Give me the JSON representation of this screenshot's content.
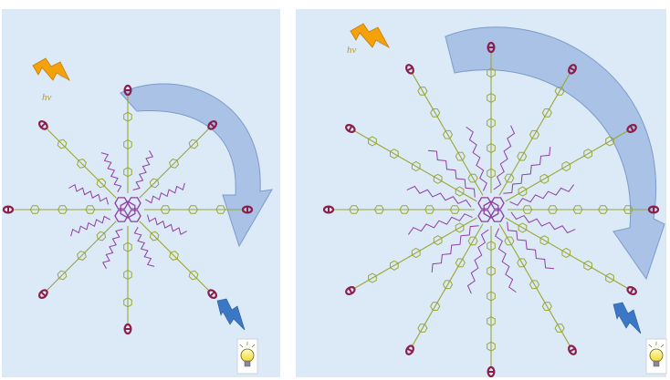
{
  "panels": [
    {
      "id": "left",
      "label": "hv",
      "arms": 8,
      "arm_segments": 3,
      "colors": {
        "core": "#8e3fa3",
        "arm": "#9aa836",
        "terminal": "#8a1f4b",
        "alkyl": "#8e3fa3"
      }
    },
    {
      "id": "right",
      "label": "hv",
      "arms": 12,
      "arm_segments": 5,
      "colors": {
        "core": "#8e3fa3",
        "arm": "#9aa836",
        "terminal": "#8a1f4b",
        "alkyl": "#8e3fa3"
      }
    }
  ],
  "colors": {
    "background": "#dce9f6",
    "lightning_in": "#f5a20a",
    "lightning_out": "#3a78c6",
    "curved_arrow": "#a9c2e6",
    "bulb": "#fff27a"
  },
  "icons": [
    "lightning-in-icon",
    "curved-arrow-icon",
    "lightning-out-icon",
    "light-bulb-icon"
  ]
}
